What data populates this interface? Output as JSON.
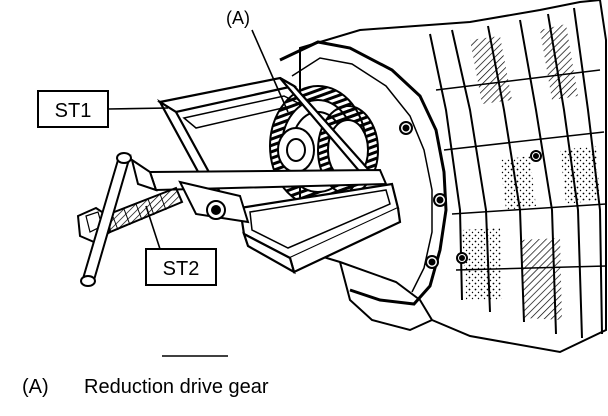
{
  "labels": {
    "callout_a": "(A)",
    "st1": "ST1",
    "st2": "ST2"
  },
  "caption": {
    "tag": "(A)",
    "text": "Reduction drive gear"
  }
}
